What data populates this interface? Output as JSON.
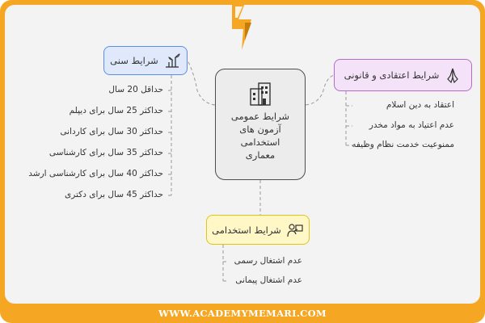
{
  "center": {
    "title": "شرایط عمومی\nآزمون های\nاستخدامی\nمعماری",
    "icon": "building-icon"
  },
  "age": {
    "title": "شرایط سنی",
    "icon": "growing-plant-icon",
    "items": [
      "حداقل 20 سال",
      "حداکثر 25 سال برای دیپلم",
      "حداکثر 30 سال برای کاردانی",
      "حداکثر 35 سال برای کارشناسی",
      "حداکثر 40 سال برای کارشناسی ارشد",
      "حداکثر 45 سال برای دکتری"
    ]
  },
  "belief": {
    "title": "شرایط اعتقادی و قانونی",
    "icon": "praying-hands-icon",
    "items": [
      "اعتقاد به دین اسلام",
      "عدم اعتیاد به مواد مخدر",
      "ممنوعیت خدمت نظام وظیفه"
    ]
  },
  "employment": {
    "title": "شرایط استخدامی",
    "icon": "teacher-icon",
    "items": [
      "عدم اشتغال رسمی",
      "عدم اشتغال پیمانی"
    ]
  },
  "footer": {
    "text": "WWW.ACADEMYMEMARI.COM"
  },
  "colors": {
    "frame": "#f5a623",
    "canvas": "#f3f3f3",
    "age_border": "#5b8ee6",
    "belief_border": "#b968cf",
    "employment_border": "#e0c418",
    "center_border": "#4d4d4d"
  }
}
